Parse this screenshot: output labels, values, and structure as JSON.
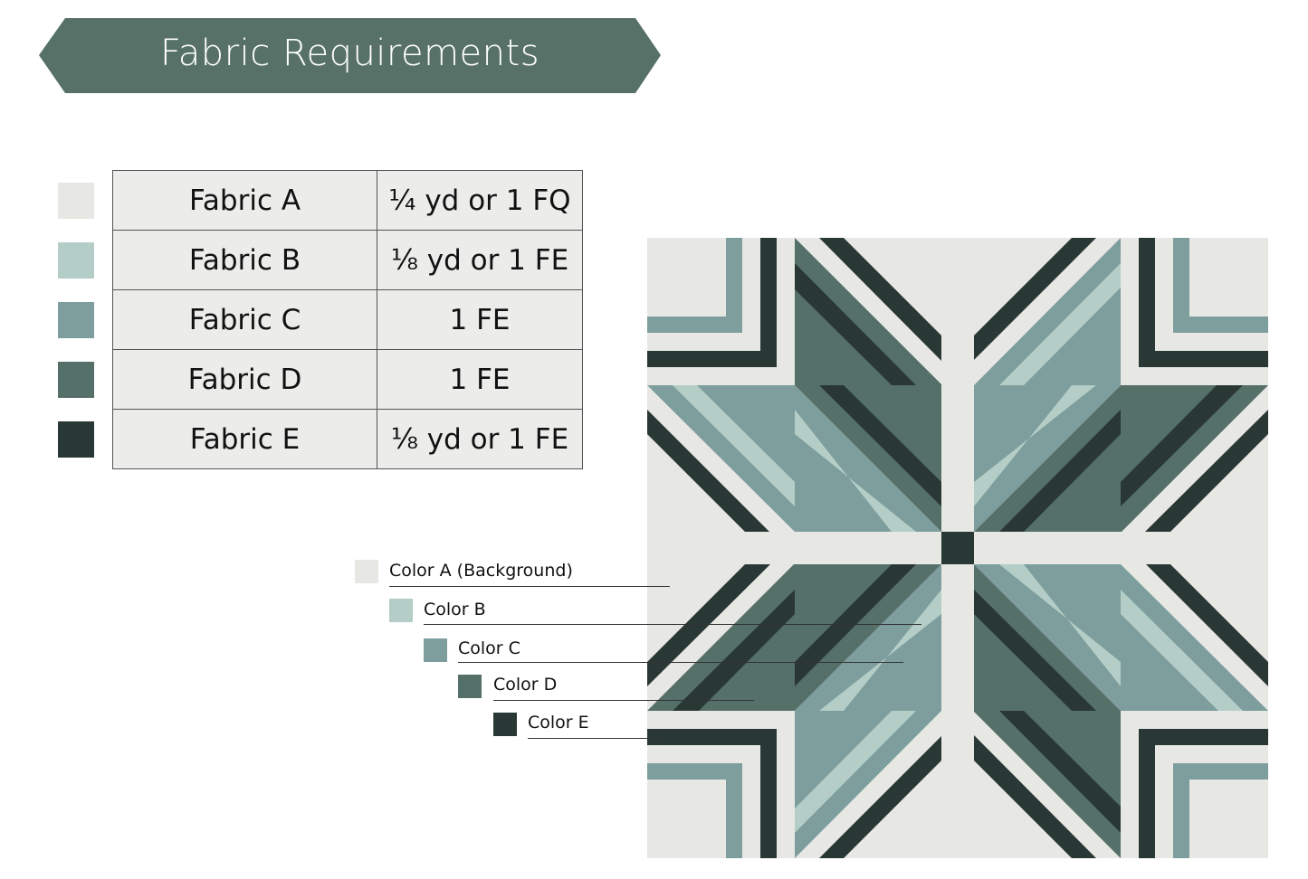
{
  "header": {
    "title": "Fabric Requirements"
  },
  "colors": {
    "A": "#e7e8e4",
    "B": "#b4cdc7",
    "C": "#7d9e9d",
    "D": "#556f69",
    "E": "#2a3835",
    "banner": "#577168"
  },
  "fabrics": [
    {
      "name": "Fabric A",
      "amount": "¼ yd or 1 FQ"
    },
    {
      "name": "Fabric B",
      "amount": "⅛ yd or 1 FE"
    },
    {
      "name": "Fabric C",
      "amount": "1 FE"
    },
    {
      "name": "Fabric D",
      "amount": "1 FE"
    },
    {
      "name": "Fabric E",
      "amount": "⅛ yd or 1 FE"
    }
  ],
  "legend": [
    "Color A (Background)",
    "Color B",
    "Color C",
    "Color D",
    "Color E"
  ]
}
